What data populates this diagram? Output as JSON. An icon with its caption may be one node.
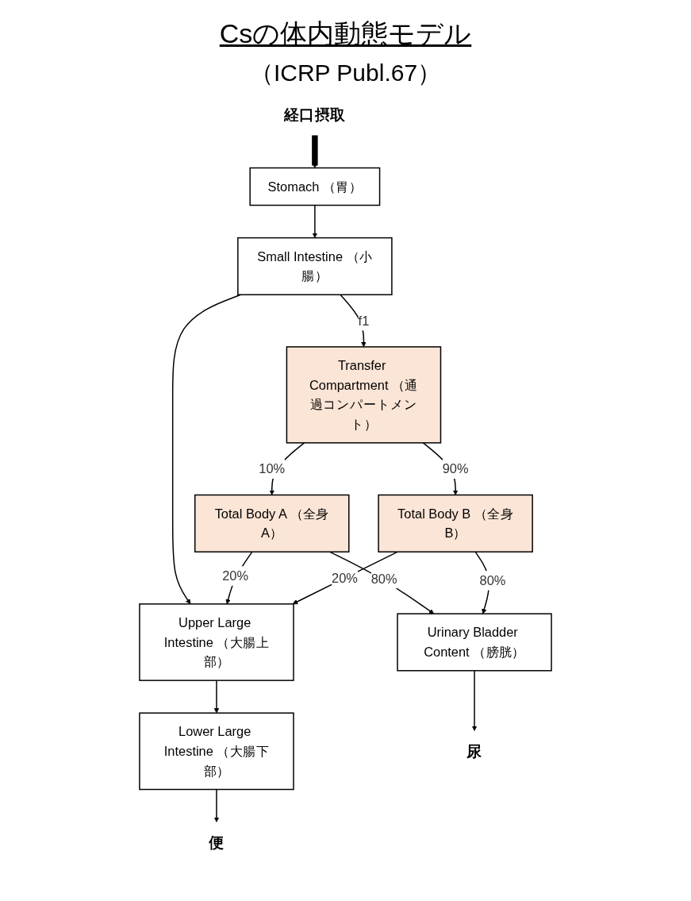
{
  "diagram": {
    "title": "Csの体内動態モデル",
    "nodes": [
      {
        "text": [
          "経口摂取"
        ]
      },
      {
        "text": [
          "Stomach （胃）"
        ]
      },
      {
        "text": [
          "Small Intestine （小腸）"
        ]
      },
      {
        "text": [
          "Transfer Compartment （通過コンパートメント）"
        ]
      },
      {
        "text": [
          "Total Body A （全身A）"
        ]
      },
      {
        "text": [
          "Upper Large Intestine （大腸上部）"
        ]
      },
      {
        "text": [
          "Total Body B （全身B）"
        ]
      },
      {
        "text": [
          "Lower Large Intestine （大腸下部）"
        ]
      },
      {
        "text": [
          "Urinary Bladder Content （膀胱）"
        ]
      },
      {
        "text": [
          "便"
        ]
      },
      {
        "text": [
          "尿"
        ]
      }
    ],
    "edges": [
      {
        "from": 0,
        "to": 1,
        "arrow": "to",
        "style": "thick"
      },
      {
        "from": 1,
        "to": 2,
        "arrow": "to"
      },
      {
        "from": 2,
        "to": 3,
        "arrow": "to",
        "label": "f1"
      },
      {
        "from": 3,
        "to": 4,
        "arrow": "to",
        "label": "10%"
      },
      {
        "from": 3,
        "to": 6,
        "arrow": "to",
        "label": "90%"
      },
      {
        "from": 2,
        "to": 5,
        "arrow": "to"
      },
      {
        "from": 4,
        "to": 5,
        "arrow": "to",
        "label": "20%"
      },
      {
        "from": 6,
        "to": 5,
        "arrow": "to",
        "label": "20%"
      },
      {
        "from": 4,
        "to": 8,
        "arrow": "to",
        "label": "80%"
      },
      {
        "from": 6,
        "to": 8,
        "arrow": "to",
        "label": "80%"
      },
      {
        "from": 5,
        "to": 7,
        "arrow": "to"
      },
      {
        "from": 7,
        "to": 9,
        "arrow": "to"
      },
      {
        "from": 8,
        "to": 10,
        "arrow": "to"
      }
    ],
    "labels": [
      "（ICRP Publ.67）"
    ]
  }
}
